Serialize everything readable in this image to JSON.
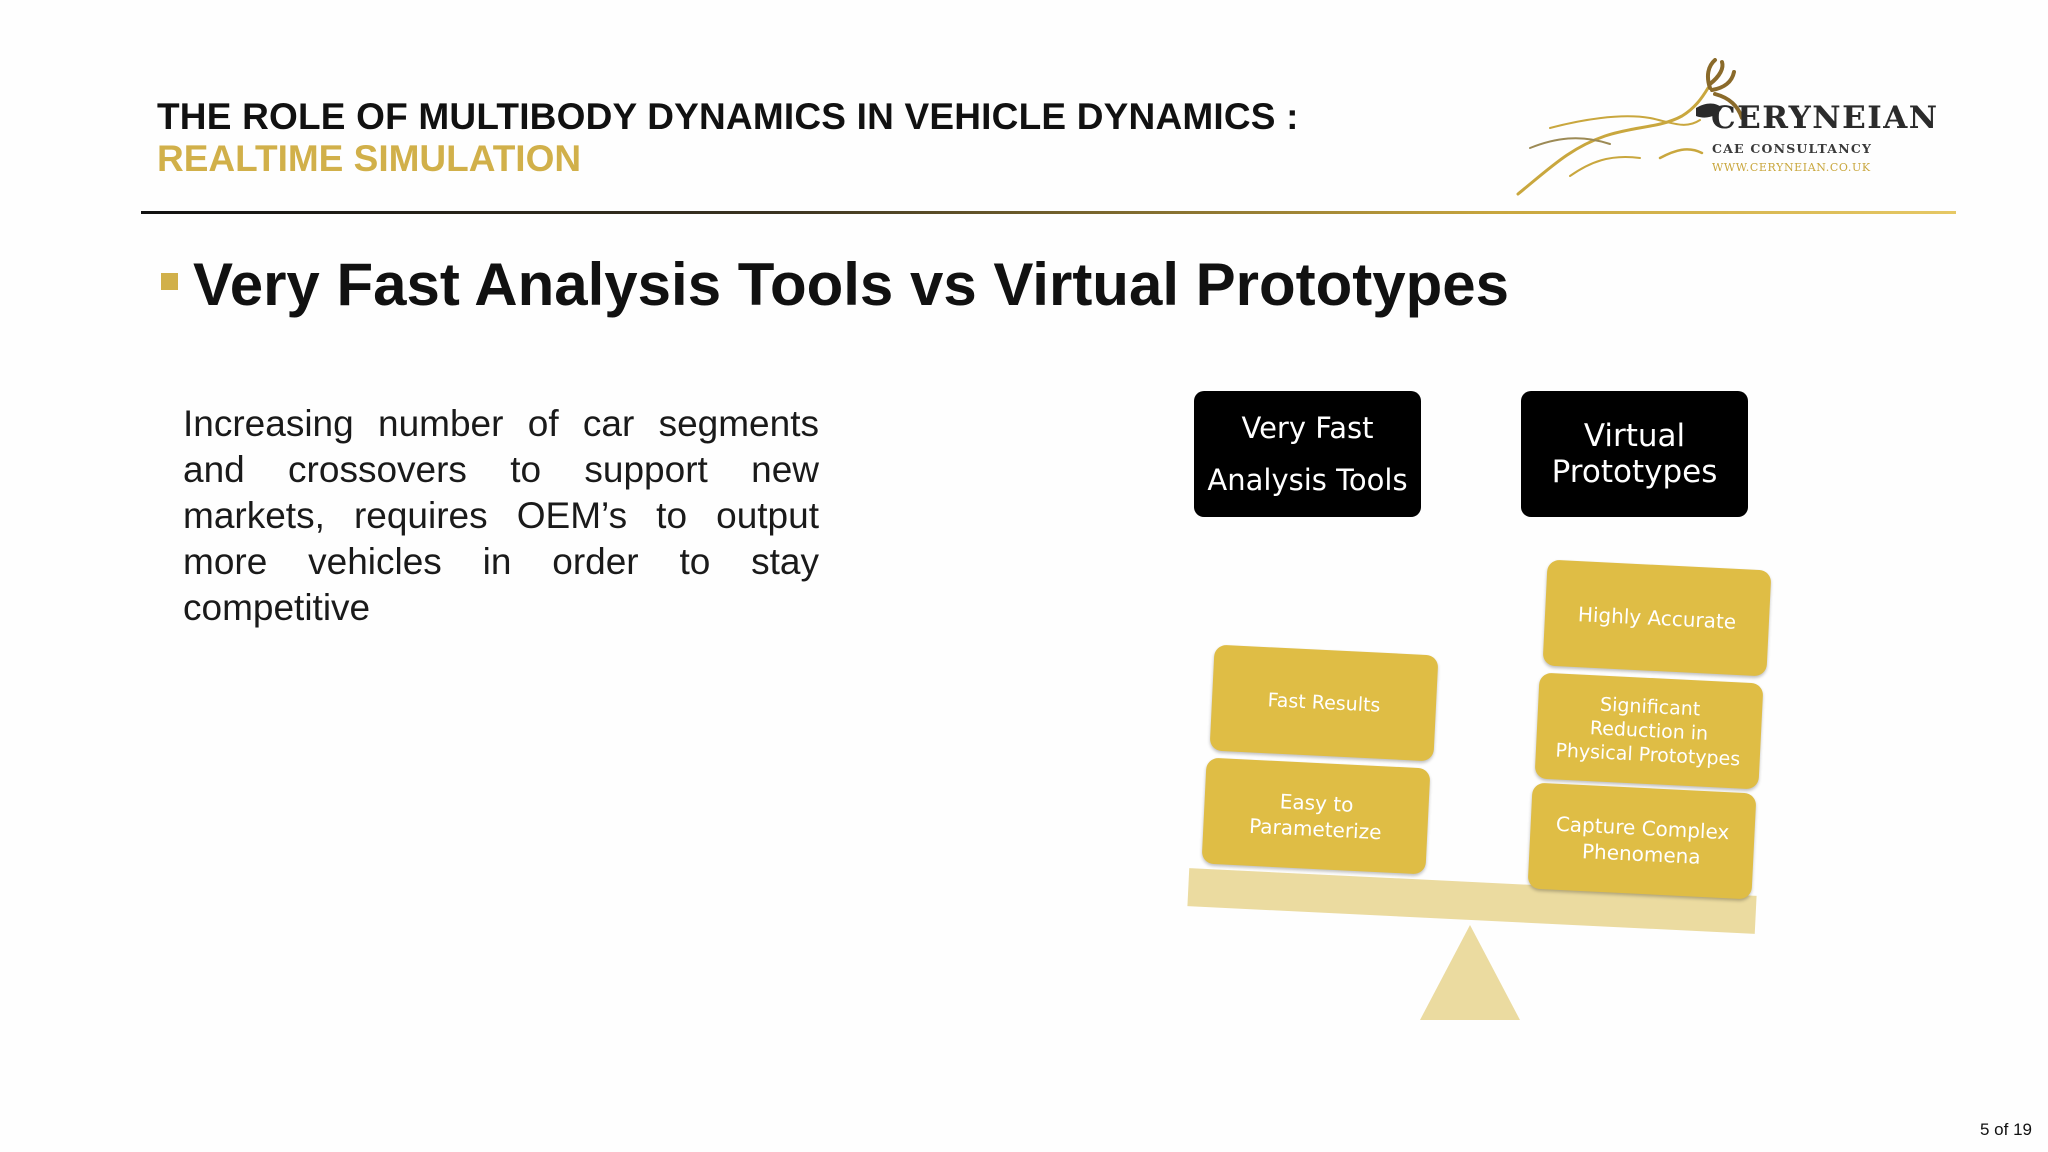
{
  "header": {
    "title": "THE ROLE OF MULTIBODY DYNAMICS IN VEHICLE DYNAMICS :",
    "subtitle": "REALTIME SIMULATION"
  },
  "logo": {
    "name": "CERYNEIAN",
    "tagline": "CAE CONSULTANCY",
    "url": "WWW.CERYNEIAN.CO.UK",
    "icon": "leaping-deer-icon"
  },
  "bullet_heading": "Very Fast Analysis Tools vs Virtual Prototypes",
  "paragraph": "Increasing number of car segments and crossovers to support new markets, requires OEM’s to output more vehicles in order to stay competitive",
  "diagram": {
    "left_header_line1": "Very Fast",
    "left_header_line2": "Analysis Tools",
    "right_header_line1": "Virtual",
    "right_header_line2": "Prototypes",
    "left_items": [
      "Fast Results",
      "Easy to Parameterize"
    ],
    "right_items": [
      "Highly Accurate",
      "Significant Reduction in Physical Prototypes",
      "Capture Complex Phenomena"
    ]
  },
  "colors": {
    "accent_gold": "#d1b04a",
    "box_gold": "#dfbd45",
    "beam": "#ebdba0",
    "dark": "#000000"
  },
  "footer": {
    "page_indicator": "5 of 19"
  }
}
